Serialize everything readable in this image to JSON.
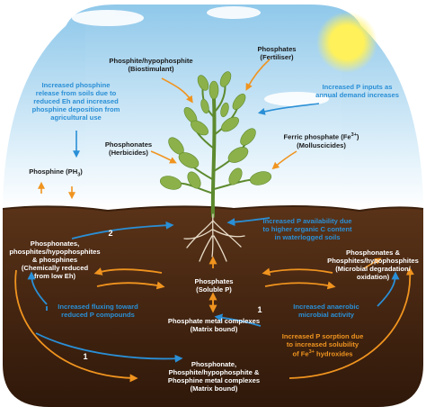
{
  "labels": {
    "phosphite_biostimulant": [
      "Phosphite/hypophosphite",
      "(Biostimulant)"
    ],
    "phosphates_fertiliser": [
      "Phosphates",
      "(Fertiliser)"
    ],
    "increased_p_inputs": [
      "Increased P inputs as",
      "annual demand increases"
    ],
    "increased_phosphine_release": [
      "Increased phosphine",
      "release from soils due to",
      "reduced Eh and increased",
      "phosphine deposition from",
      "agricultural use"
    ],
    "phosphonates_herbicides": [
      "Phosphonates",
      "(Herbicides)"
    ],
    "ferric_phosphate": [
      "Ferric phosphate (Fe",
      "3+",
      ")",
      "(Molluscicides)"
    ],
    "phosphine": [
      "Phosphine (PH",
      "3",
      ")"
    ],
    "increased_p_availability": [
      "Increased P availability due",
      "to higher organic C content",
      "in waterlogged soils"
    ],
    "left_reduced": [
      "Phosphonates,",
      "phosphites/hypophosphites",
      "& phosphines",
      "(Chemically reduced",
      "from low Eh)"
    ],
    "right_microbial": [
      "Phosphonates &",
      "Phosphites/hypophosphites",
      "(Microbial degradation/",
      "oxidation)"
    ],
    "phosphates_soluble": [
      "Phosphates",
      "(Soluble P)"
    ],
    "increased_fluxing": [
      "Increased fluxing toward",
      "reduced P compounds"
    ],
    "increased_anaerobic": [
      "Increased anaerobic",
      "microbial activity"
    ],
    "phosphate_metal_complexes": [
      "Phosphate metal complexes",
      "(Matrix bound)"
    ],
    "increased_p_sorption": [
      "Increased P sorption due",
      "to increased solubility",
      "of Fe",
      "3+",
      " hydroxides"
    ],
    "bottom_complexes": [
      "Phosphonate,",
      "Phosphite/hypophosphite &",
      "Phosphine metal complexes",
      "(Matrix bound)"
    ]
  },
  "markers": {
    "one_a": "1",
    "one_b": "1",
    "two": "2"
  },
  "colors": {
    "sky_top": "#8fc8ea",
    "sky_bottom": "#ffffff",
    "soil_top": "#5a3318",
    "soil_bottom": "#2f180a",
    "arrow_orange": "#f0941f",
    "arrow_blue": "#2a8fd6",
    "sun": "#fff15a",
    "leaf": "#8db14a",
    "stem": "#5d8a2e"
  }
}
